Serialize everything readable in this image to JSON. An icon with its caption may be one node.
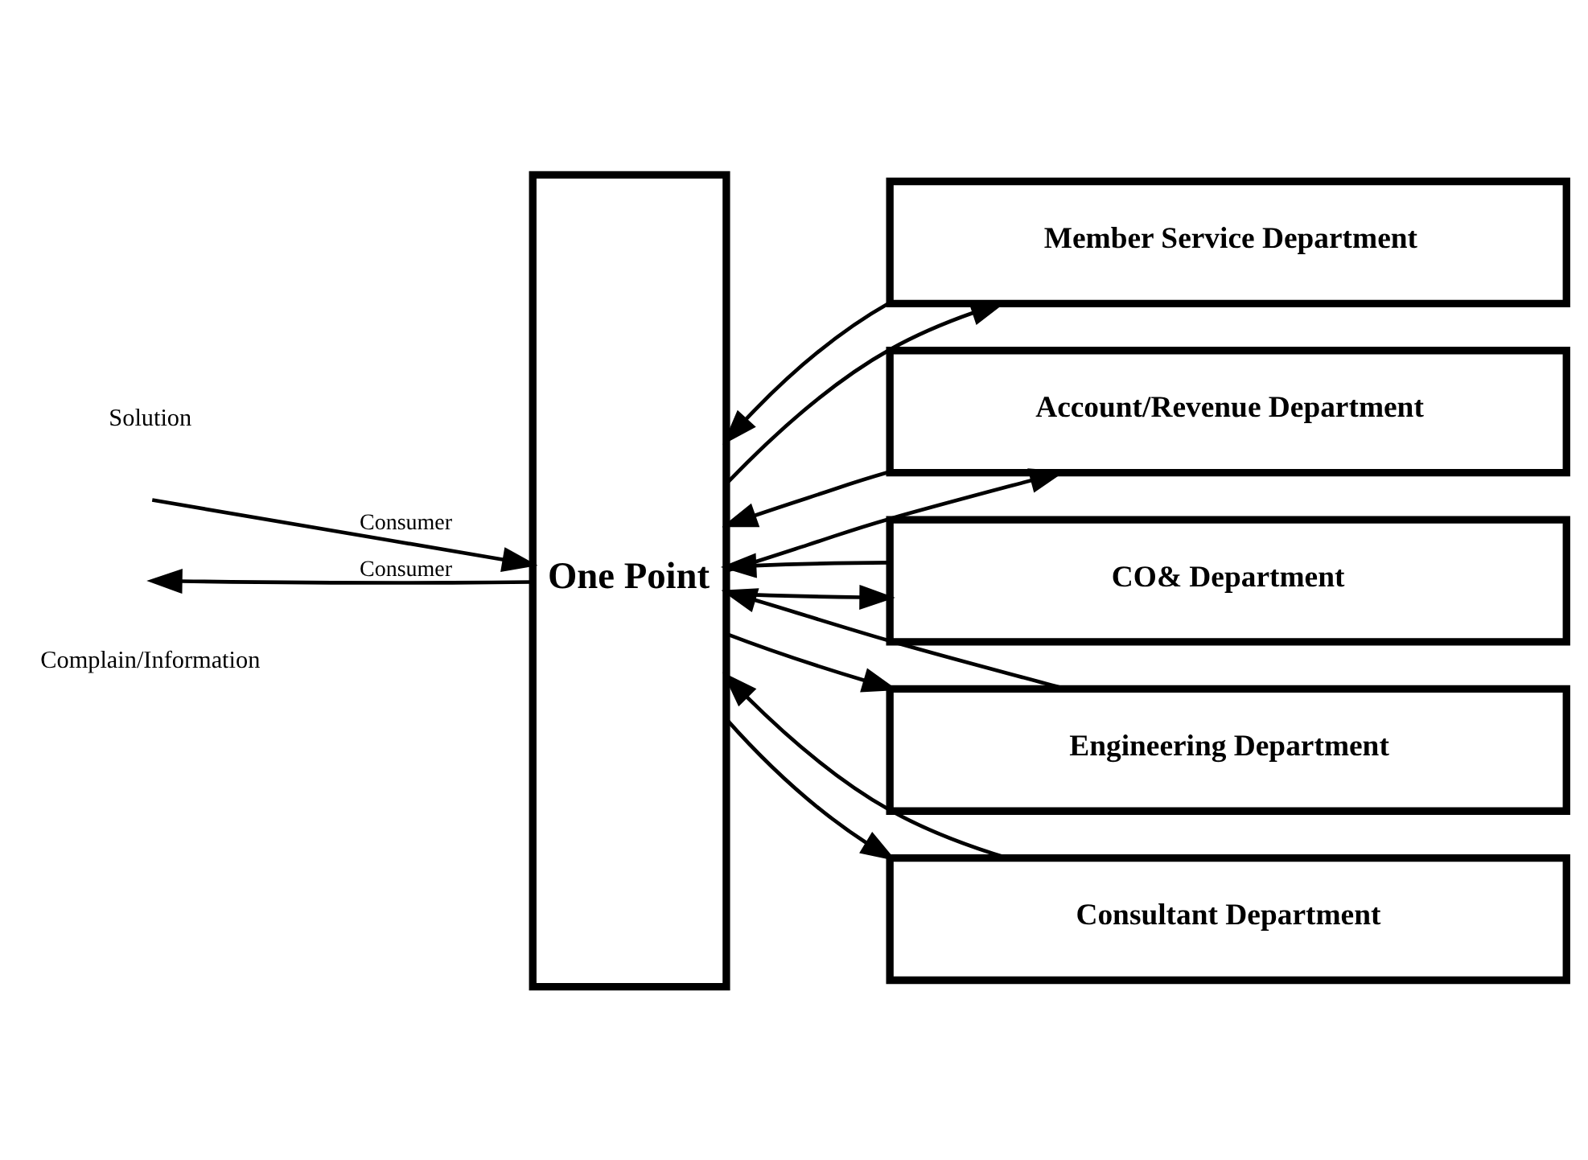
{
  "diagram": {
    "nodes": [
      {
        "text": [
          "One Point"
        ]
      },
      {
        "text": [
          "Member Service Department"
        ]
      },
      {
        "text": [
          "Account/Revenue Department"
        ]
      },
      {
        "text": [
          "CO& Department"
        ]
      },
      {
        "text": [
          "Engineering Department"
        ]
      },
      {
        "text": [
          "Consultant Department"
        ]
      }
    ],
    "edges": [
      {
        "from": null,
        "to": 0,
        "arrow": "to",
        "label": "Consumer"
      },
      {
        "from": 0,
        "to": null,
        "arrow": "to",
        "label": "Consumer"
      },
      {
        "from": 0,
        "to": 1,
        "arrow": "to"
      },
      {
        "from": 1,
        "to": 0,
        "arrow": "to"
      },
      {
        "from": 0,
        "to": 2,
        "arrow": "to"
      },
      {
        "from": 2,
        "to": 0,
        "arrow": "to"
      },
      {
        "from": 0,
        "to": 3,
        "arrow": "to"
      },
      {
        "from": 3,
        "to": 0,
        "arrow": "to"
      },
      {
        "from": 0,
        "to": 4,
        "arrow": "to"
      },
      {
        "from": 4,
        "to": 0,
        "arrow": "to"
      },
      {
        "from": 0,
        "to": 5,
        "arrow": "to"
      },
      {
        "from": 5,
        "to": 0,
        "arrow": "to"
      }
    ],
    "labels": [
      "Complain/Information",
      "Solution"
    ]
  }
}
